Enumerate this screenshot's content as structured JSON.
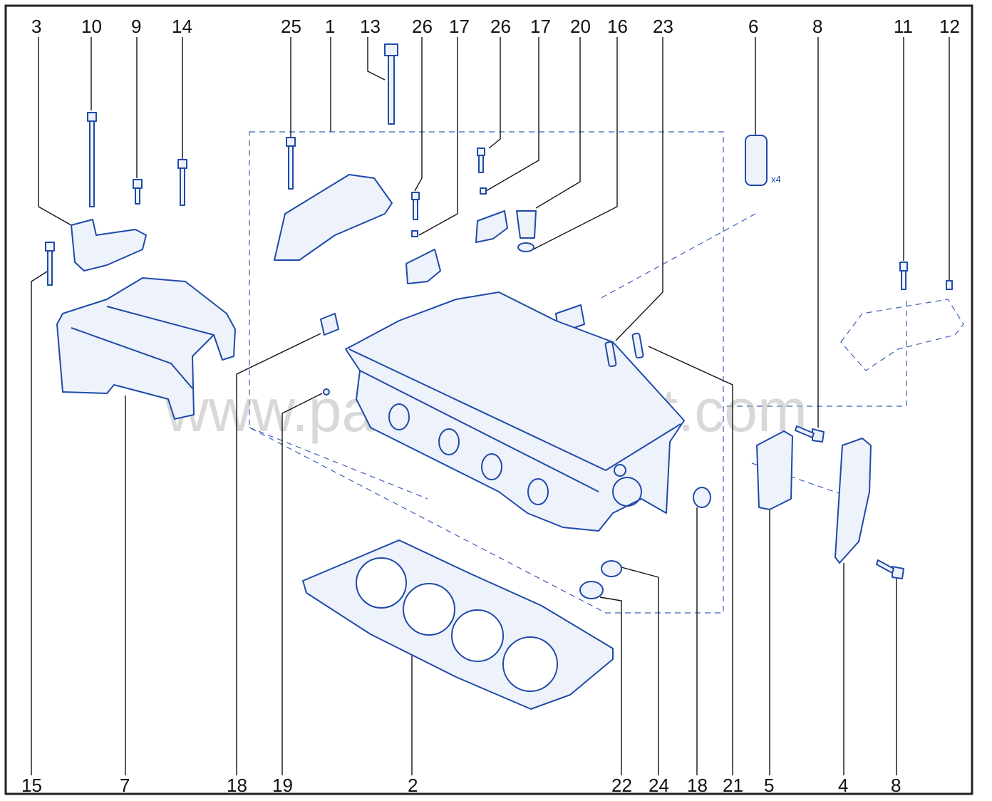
{
  "watermark": "www.partsassistant.com",
  "multiplier": "x4",
  "top_labels": [
    "3",
    "10",
    "9",
    "14",
    "25",
    "1",
    "13",
    "26",
    "17",
    "26",
    "17",
    "20",
    "16",
    "23",
    "6",
    "8",
    "11",
    "12"
  ],
  "bottom_labels": [
    "15",
    "7",
    "18",
    "19",
    "2",
    "22",
    "24",
    "18",
    "21",
    "5",
    "4",
    "8"
  ],
  "colors": {
    "line": "#1f4aa8",
    "fill": "#eef2fb",
    "frame": "#222222"
  }
}
